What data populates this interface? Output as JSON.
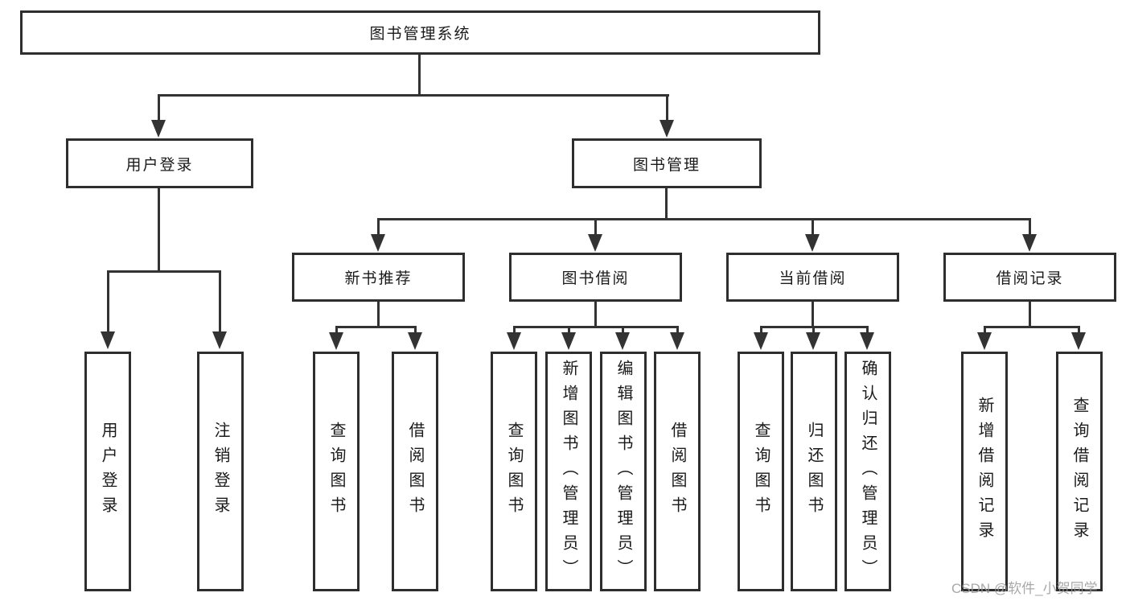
{
  "diagram_type": "tree",
  "tree": {
    "label": "图书管理系统",
    "children": [
      {
        "label": "用户登录",
        "children": [
          {
            "label": "用户登录"
          },
          {
            "label": "注销登录"
          }
        ]
      },
      {
        "label": "图书管理",
        "children": [
          {
            "label": "新书推荐",
            "children": [
              {
                "label": "查询图书"
              },
              {
                "label": "借阅图书"
              }
            ]
          },
          {
            "label": "图书借阅",
            "children": [
              {
                "label": "查询图书"
              },
              {
                "label": "新增图书（管理员）"
              },
              {
                "label": "编辑图书（管理员）"
              },
              {
                "label": "借阅图书"
              }
            ]
          },
          {
            "label": "当前借阅",
            "children": [
              {
                "label": "查询图书"
              },
              {
                "label": "归还图书"
              },
              {
                "label": "确认归还（管理员）"
              }
            ]
          },
          {
            "label": "借阅记录",
            "children": [
              {
                "label": "新增借阅记录"
              },
              {
                "label": "查询借阅记录"
              }
            ]
          }
        ]
      }
    ]
  },
  "watermark": {
    "text": "CSDN @软件_小贺同学"
  },
  "colors": {
    "line": "#333333",
    "box_border": "#2e2e2e",
    "text": "#1a1a1a",
    "watermark": "#999999",
    "background": "#ffffff"
  }
}
